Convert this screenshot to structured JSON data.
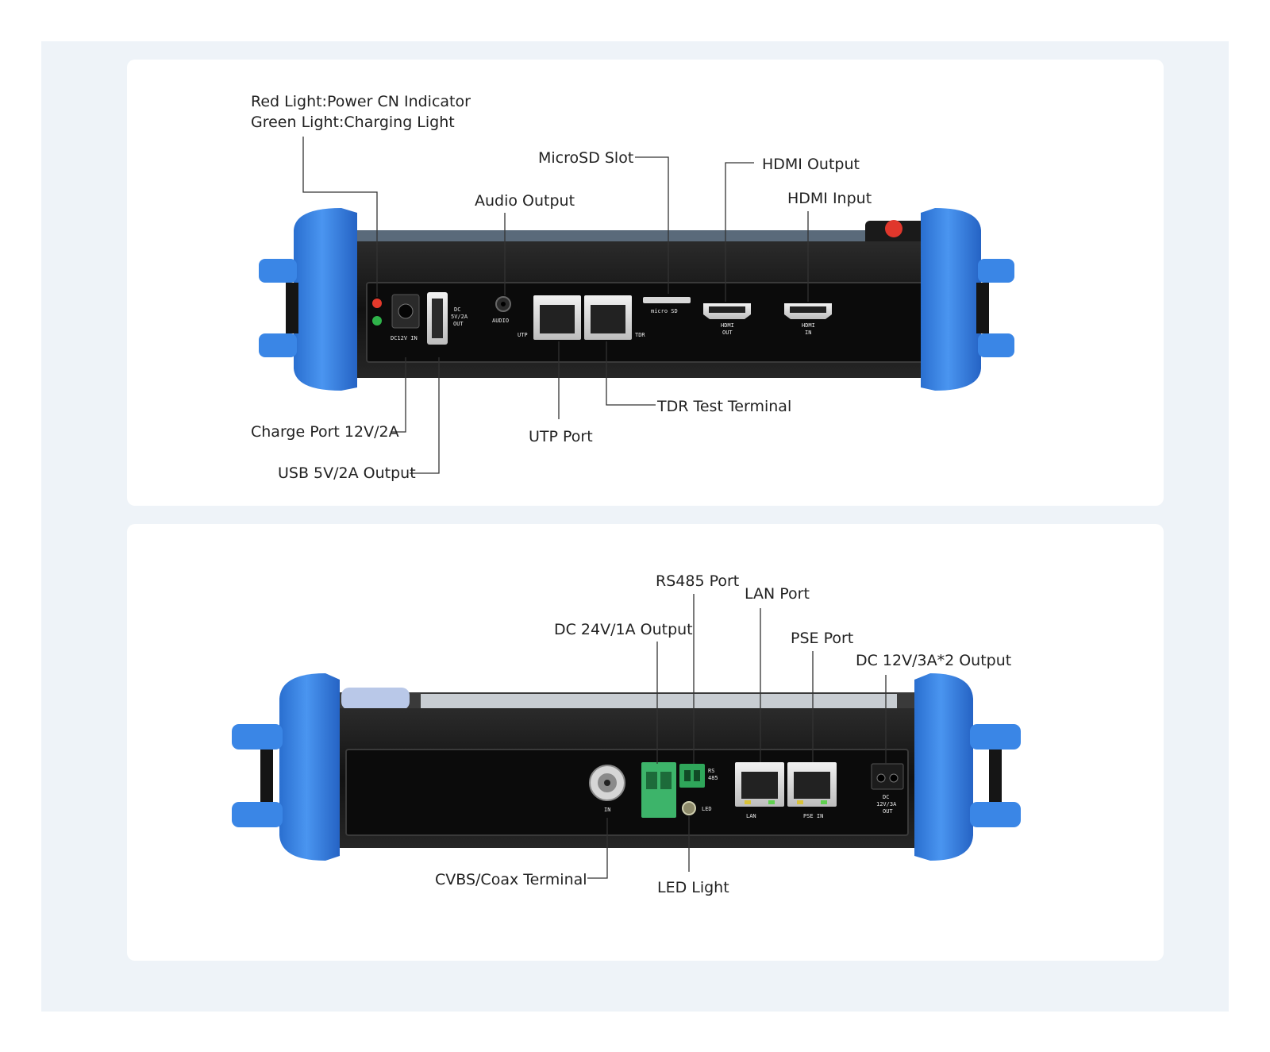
{
  "colors": {
    "page_bg": "#ffffff",
    "backdrop": "#eef3f8",
    "card": "#ffffff",
    "bumper": "#3a86e6",
    "bumper_dark": "#1f5fb8",
    "panel": "#161616",
    "leader": "#333333",
    "terminal_green": "#3db46a",
    "led_red": "#e53a2c",
    "led_green": "#2fb34a"
  },
  "top_labels": {
    "indicator_line1": "Red Light:Power CN Indicator",
    "indicator_line2": "Green Light:Charging Light",
    "microsd": "MicroSD Slot",
    "hdmi_out": "HDMI Output",
    "audio_out": "Audio Output",
    "hdmi_in": "HDMI Input",
    "tdr": "TDR Test Terminal",
    "charge": "Charge Port 12V/2A",
    "utp": "UTP Port",
    "usb": "USB 5V/2A Output"
  },
  "top_device_text": {
    "dc12v_in": "DC12V IN",
    "dc_out_1": "DC",
    "dc_out_2": "5V/2A",
    "dc_out_3": "OUT",
    "audio": "AUDIO",
    "utp": "UTP",
    "tdr": "TDR",
    "microsd": "micro SD",
    "hdmi_out_1": "HDMI",
    "hdmi_out_2": "OUT",
    "hdmi_in_1": "HDMI",
    "hdmi_in_2": "IN"
  },
  "bottom_labels": {
    "rs485": "RS485 Port",
    "lan": "LAN Port",
    "dc24": "DC 24V/1A Output",
    "pse": "PSE Port",
    "dc12": "DC 12V/3A*2 Output",
    "cvbs": "CVBS/Coax Terminal",
    "led": "LED Light"
  },
  "bottom_device_text": {
    "in": "IN",
    "rs1": "RS",
    "rs2": "485",
    "led": "LED",
    "lan": "LAN",
    "pse_in": "PSE IN",
    "dc_1": "DC",
    "dc_2": "12V/3A",
    "dc_3": "OUT"
  }
}
